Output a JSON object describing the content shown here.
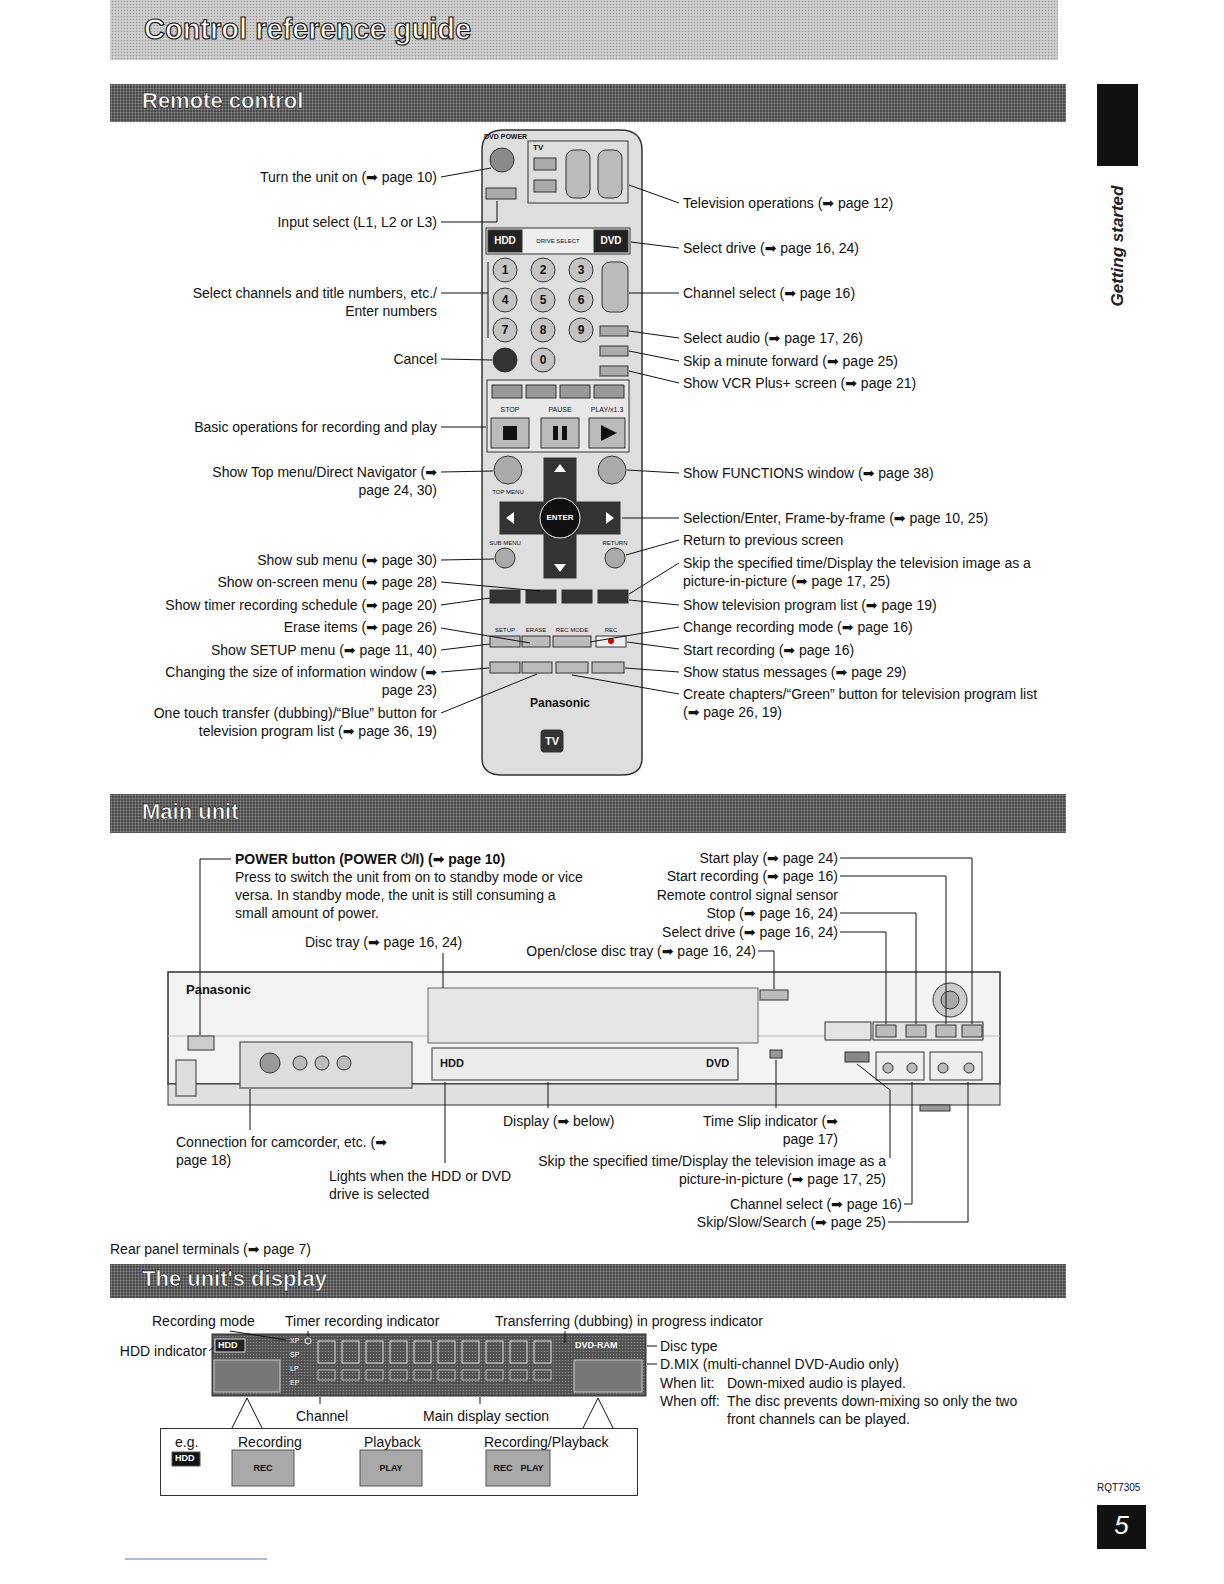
{
  "diagram": {
    "title": "Control reference guide",
    "nodes": [
      {
        "text": [
          "Remote control"
        ]
      },
      {
        "text": [
          "Getting started"
        ]
      },
      {
        "text": [
          "Main unit"
        ]
      },
      {
        "text": [
          "The unit's display"
        ]
      },
      {
        "text": [
          "e.g.",
          "Recording",
          "Playback",
          "Recording/Playback"
        ]
      },
      {
        "text": [
          "5"
        ]
      }
    ],
    "labels": [
      "Turn the unit on (➡ page 10)",
      "Input select (L1, L2 or L3)",
      "Select channels and title numbers, etc./ Enter numbers",
      "Cancel",
      "Basic operations for recording and play",
      "Show Top menu/Direct Navigator (➡ page 24, 30)",
      "Show sub menu (➡ page 30)",
      "Show on-screen menu (➡ page 28)",
      "Show timer recording schedule (➡ page 20)",
      "Erase items (➡ page 26)",
      "Show SETUP menu (➡ page 11, 40)",
      "Changing the size of information window (➡ page 23)",
      "One touch transfer (dubbing)/“Blue” button for television program list (➡ page 36, 19)",
      "Television operations (➡ page 12)",
      "Select drive (➡ page 16, 24)",
      "Channel select (➡ page 16)",
      "Select audio (➡ page 17, 26)",
      "Skip a minute forward (➡ page 25)",
      "Show VCR Plus+ screen (➡ page 21)",
      "Show FUNCTIONS window (➡ page 38)",
      "Selection/Enter, Frame-by-frame (➡ page 10, 25)",
      "Return to previous screen",
      "Skip the specified time/Display the television image as a picture-in-picture (➡ page 17, 25)",
      "Show television program list (➡ page 19)",
      "Change recording mode (➡ page 16)",
      "Start recording (➡ page 16)",
      "Show status messages (➡ page 29)",
      "Create chapters/“Green” button for television program list (➡ page 26, 19)",
      "DVD POWER",
      "TV",
      "HDD",
      "DRIVE SELECT",
      "DVD",
      "1",
      "2",
      "3",
      "4",
      "5",
      "6",
      "7",
      "8",
      "9",
      "0",
      "STOP",
      "PAUSE",
      "PLAY/x1.3",
      "ENTER",
      "TOP MENU",
      "SUB MENU",
      "RETURN",
      "SETUP",
      "ERASE",
      "REC MODE",
      "REC",
      "Panasonic",
      "TV",
      "POWER button (POWER ⏻/I) (➡ page 10)",
      "Press to switch the unit from on to standby mode or vice versa. In standby mode, the unit is still consuming a small amount of power.",
      "Disc tray (➡ page 16, 24)",
      "Start play (➡ page 24)",
      "Start recording (➡ page 16)",
      "Remote control signal sensor",
      "Stop (➡ page 16, 24)",
      "Select drive (➡ page 16, 24)",
      "Open/close disc tray (➡ page 16, 24)",
      "Display (➡ below)",
      "Time Slip indicator (➡ page 17)",
      "Connection for camcorder, etc. (➡ page 18)",
      "Lights when the HDD or DVD drive is selected",
      "Skip the specified time/Display the television image as a picture-in-picture (➡ page 17, 25)",
      "Channel select (➡ page 16)",
      "Skip/Slow/Search (➡ page 25)",
      "Rear panel terminals (➡ page 7)",
      "Panasonic",
      "HDD",
      "DVD",
      "Recording mode",
      "Timer recording indicator",
      "Transferring (dubbing) in progress indicator",
      "HDD indicator",
      "Disc type",
      "D.MIX (multi-channel DVD-Audio only)",
      "When lit:",
      "Down-mixed audio is played.",
      "When off:",
      "The disc prevents down-mixing so only the two front channels can be played.",
      "Channel",
      "Main display section",
      "HDD",
      "XP",
      "SP",
      "LP",
      "EP",
      "DVD-RAM",
      "HDD",
      "REC",
      "PLAY",
      "REC",
      "PLAY",
      "RQT7305"
    ]
  }
}
